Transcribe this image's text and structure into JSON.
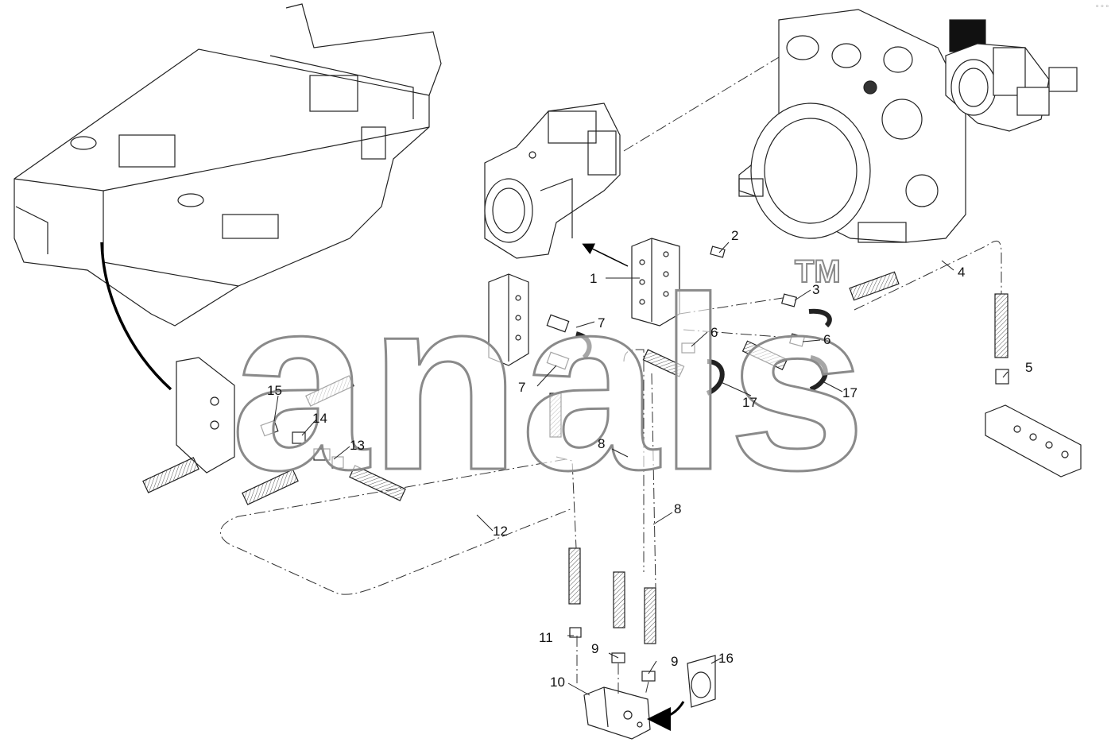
{
  "watermark": {
    "text": "anals",
    "tm": "TM"
  },
  "corner_glyphs": "◦◦◦",
  "callouts": [
    {
      "id": "c1",
      "label": "1"
    },
    {
      "id": "c2",
      "label": "2"
    },
    {
      "id": "c3",
      "label": "3"
    },
    {
      "id": "c4",
      "label": "4"
    },
    {
      "id": "c5",
      "label": "5"
    },
    {
      "id": "c6a",
      "label": "6"
    },
    {
      "id": "c6b",
      "label": "6"
    },
    {
      "id": "c7a",
      "label": "7"
    },
    {
      "id": "c7b",
      "label": "7"
    },
    {
      "id": "c8a",
      "label": "8"
    },
    {
      "id": "c8b",
      "label": "8"
    },
    {
      "id": "c9a",
      "label": "9"
    },
    {
      "id": "c9b",
      "label": "9"
    },
    {
      "id": "c10",
      "label": "10"
    },
    {
      "id": "c11",
      "label": "11"
    },
    {
      "id": "c12",
      "label": "12"
    },
    {
      "id": "c13",
      "label": "13"
    },
    {
      "id": "c14",
      "label": "14"
    },
    {
      "id": "c15",
      "label": "15"
    },
    {
      "id": "c16",
      "label": "16"
    },
    {
      "id": "c17a",
      "label": "17"
    },
    {
      "id": "c17b",
      "label": "17"
    }
  ]
}
